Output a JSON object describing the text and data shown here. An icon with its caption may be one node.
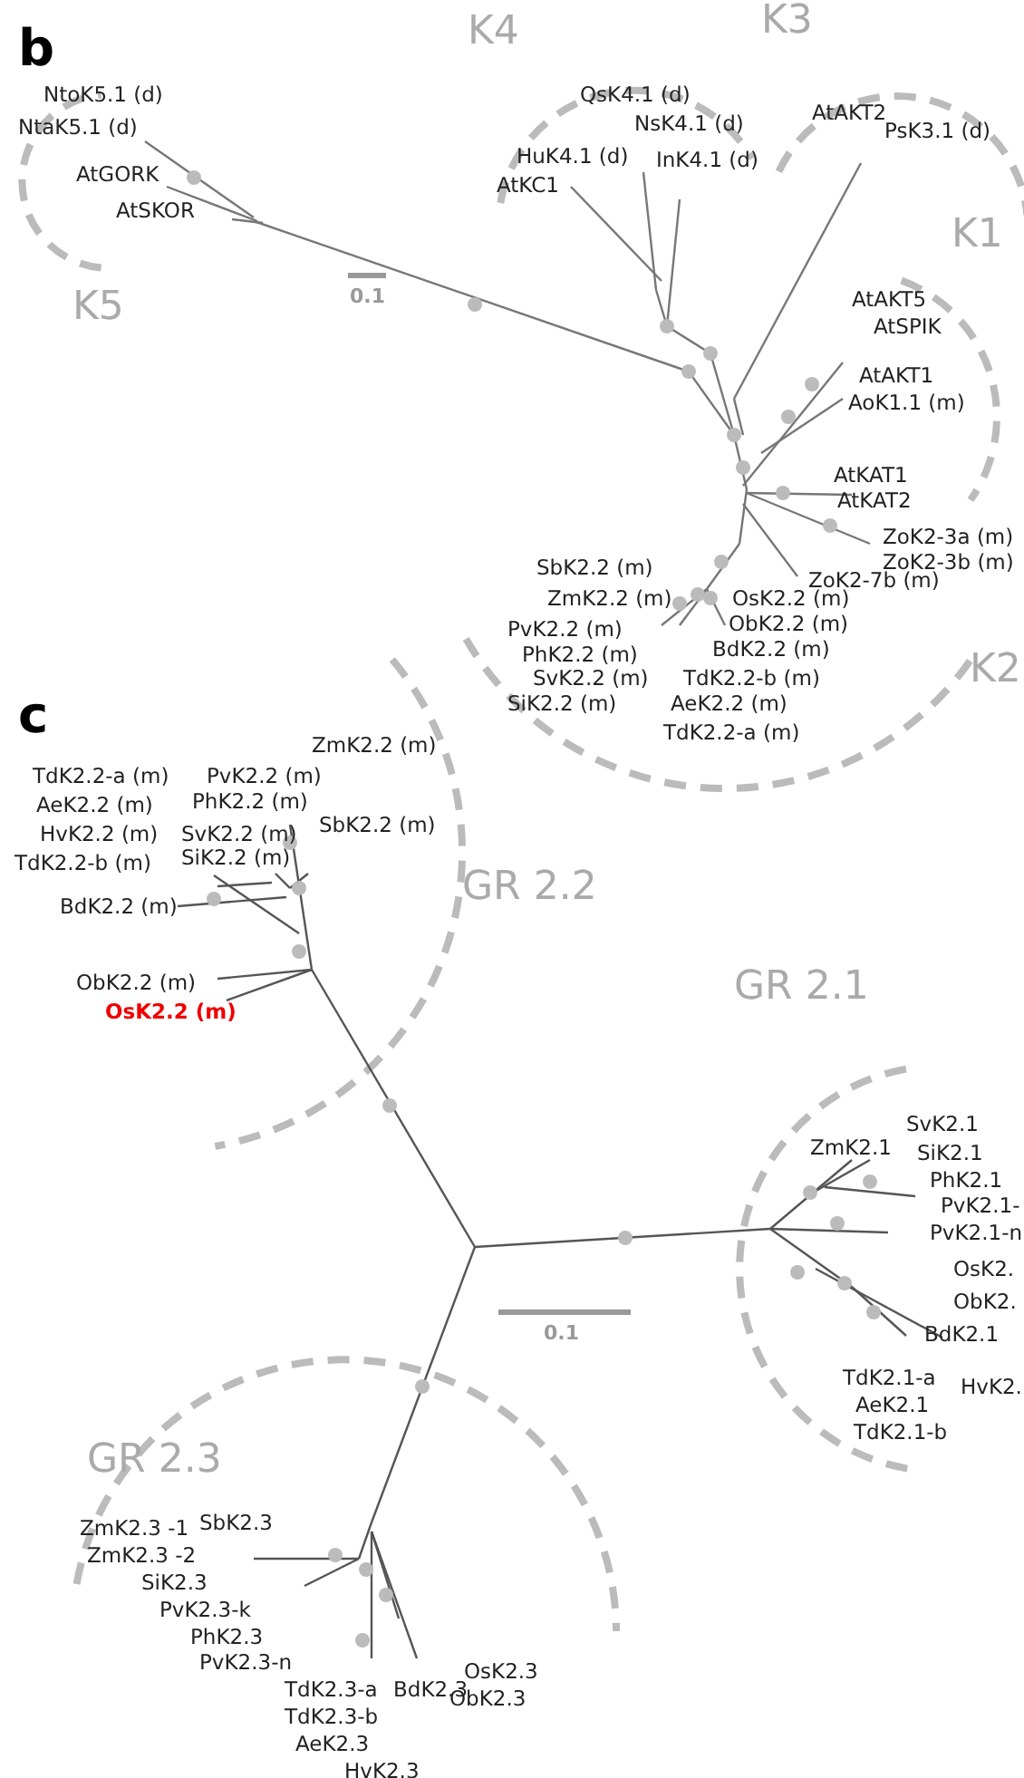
{
  "diagram": {
    "labels": [
      "b",
      "K3",
      "K4",
      "NtoK5.1 (d)",
      "QsK4.1 (d)",
      "AtAKT2",
      "NsK4.1 (d)",
      "NtaK5.1 (d)",
      "PsK3.1 (d)",
      "HuK4.1 (d)",
      "InK4.1 (d)",
      "AtGORK",
      "AtKC1",
      "AtSKOR",
      "K1",
      "0.1",
      "AtAKT5",
      "K5",
      "AtSPIK",
      "AtAKT1",
      "AoK1.1 (m)",
      "AtKAT1",
      "AtKAT2",
      "ZoK2-3a (m)",
      "ZoK2-3b (m)",
      "SbK2.2 (m)",
      "ZoK2-7b (m)",
      "ZmK2.2 (m)",
      "OsK2.2 (m)",
      "ObK2.2 (m)",
      "PvK2.2 (m)",
      "BdK2.2 (m)",
      "PhK2.2 (m)",
      "SvK2.2 (m)",
      "TdK2.2-b (m)",
      "K2",
      "SiK2.2 (m)",
      "AeK2.2 (m)",
      "TdK2.2-a (m)",
      "c",
      "ZmK2.2 (m)",
      "TdK2.2-a (m)",
      "PvK2.2 (m)",
      "AeK2.2 (m)",
      "PhK2.2 (m)",
      "HvK2.2 (m)",
      "SvK2.2 (m)",
      "SbK2.2 (m)",
      "TdK2.2-b (m)",
      "SiK2.2 (m)",
      "BdK2.2 (m)",
      "GR 2.2",
      "ObK2.2 (m)",
      "GR 2.1",
      "OsK2.2 (m)",
      "SvK2.1",
      "ZmK2.1",
      "SiK2.1",
      "PhK2.1",
      "PvK2.1-",
      "PvK2.1-n",
      "OsK2.",
      "ObK2.",
      "0.1",
      "BdK2.1",
      "TdK2.1-a",
      "HvK2.",
      "AeK2.1",
      "TdK2.1-b",
      "GR 2.3",
      "SbK2.3",
      "ZmK2.3 -1",
      "ZmK2.3 -2",
      "SiK2.3",
      "PvK2.3-k",
      "PhK2.3",
      "PvK2.3-n",
      "OsK2.3",
      "TdK2.3-a",
      "BdK2.3",
      "ObK2.3",
      "TdK2.3-b",
      "AeK2.3",
      "HvK2.3"
    ]
  }
}
